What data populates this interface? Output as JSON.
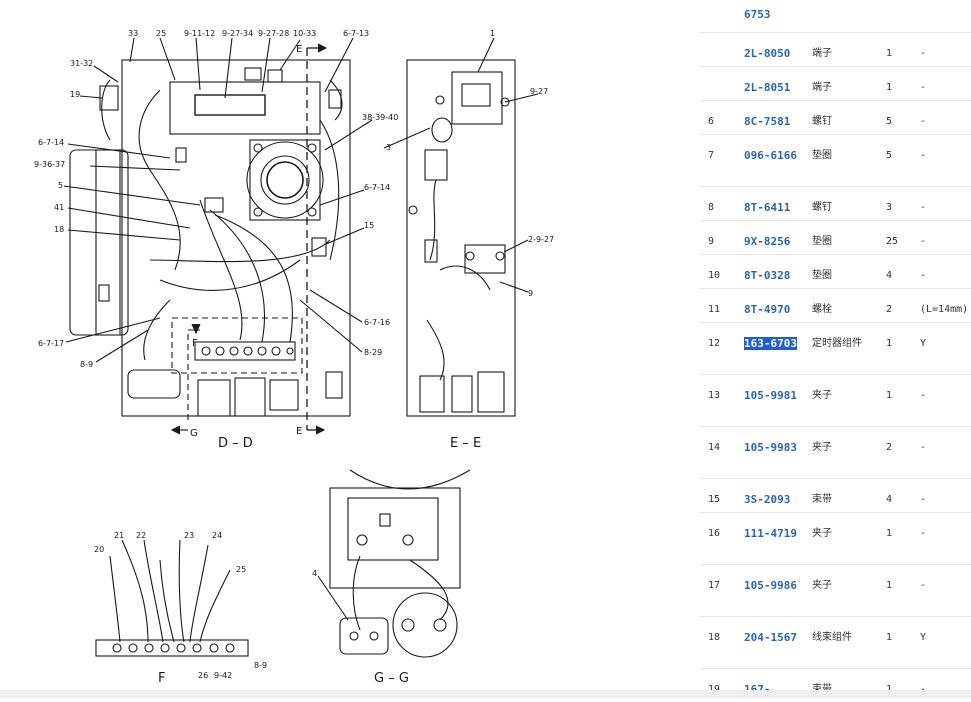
{
  "diagram": {
    "view_labels": {
      "dd": "D – D",
      "ee": "E – E",
      "f": "F",
      "gg": "G – G"
    },
    "section_arrow_letters": {
      "e_top": "E",
      "e_bottom": "E",
      "g": "G",
      "f": "F"
    },
    "callouts": [
      {
        "id": "33",
        "text": "33"
      },
      {
        "id": "25a",
        "text": "25"
      },
      {
        "id": "9-11-12",
        "text": "9-11-12"
      },
      {
        "id": "9-27-34",
        "text": "9-27-34"
      },
      {
        "id": "9-27-28",
        "text": "9-27-28"
      },
      {
        "id": "10-33",
        "text": "10-33"
      },
      {
        "id": "6-7-13",
        "text": "6-7-13"
      },
      {
        "id": "31-32",
        "text": "31-32"
      },
      {
        "id": "19",
        "text": "19"
      },
      {
        "id": "6-7-14a",
        "text": "6-7-14"
      },
      {
        "id": "9-36-37",
        "text": "9-36-37"
      },
      {
        "id": "5",
        "text": "5"
      },
      {
        "id": "41",
        "text": "41"
      },
      {
        "id": "18",
        "text": "18"
      },
      {
        "id": "38-39-40",
        "text": "38-39-40"
      },
      {
        "id": "6-7-14b",
        "text": "6-7-14"
      },
      {
        "id": "15",
        "text": "15"
      },
      {
        "id": "6-7-16",
        "text": "6-7-16"
      },
      {
        "id": "8-29",
        "text": "8-29"
      },
      {
        "id": "6-7-17",
        "text": "6-7-17"
      },
      {
        "id": "8-9",
        "text": "8-9"
      },
      {
        "id": "1",
        "text": "1"
      },
      {
        "id": "9-27a",
        "text": "9-27"
      },
      {
        "id": "3",
        "text": "3"
      },
      {
        "id": "2-9-27",
        "text": "2-9-27"
      },
      {
        "id": "9",
        "text": "9"
      },
      {
        "id": "20",
        "text": "20"
      },
      {
        "id": "21",
        "text": "21"
      },
      {
        "id": "22",
        "text": "22"
      },
      {
        "id": "23",
        "text": "23"
      },
      {
        "id": "24",
        "text": "24"
      },
      {
        "id": "25b",
        "text": "25"
      },
      {
        "id": "26",
        "text": "26"
      },
      {
        "id": "9-42",
        "text": "9-42"
      },
      {
        "id": "8-9b",
        "text": "8-9"
      },
      {
        "id": "4",
        "text": "4"
      }
    ]
  },
  "parts_table": {
    "rows": [
      {
        "no": "",
        "part": "6753",
        "name": "",
        "qty": "",
        "remark": ""
      },
      {
        "no": "",
        "part": "2L-8050",
        "name": "端子",
        "qty": "1",
        "remark": "-"
      },
      {
        "no": "",
        "part": "2L-8051",
        "name": "端子",
        "qty": "1",
        "remark": "-"
      },
      {
        "no": "6",
        "part": "8C-7581",
        "name": "螺钉",
        "qty": "5",
        "remark": "-"
      },
      {
        "no": "7",
        "part": "096-6166",
        "name": "垫圈",
        "qty": "5",
        "remark": "-"
      },
      {
        "no": "8",
        "part": "8T-6411",
        "name": "螺钉",
        "qty": "3",
        "remark": "-"
      },
      {
        "no": "9",
        "part": "9X-8256",
        "name": "垫圈",
        "qty": "25",
        "remark": "-"
      },
      {
        "no": "10",
        "part": "8T-0328",
        "name": "垫圈",
        "qty": "4",
        "remark": "-"
      },
      {
        "no": "11",
        "part": "8T-4970",
        "name": "螺栓",
        "qty": "2",
        "remark": "(L=14mm)"
      },
      {
        "no": "12",
        "part": "163-6703",
        "name": "定时器组件",
        "qty": "1",
        "remark": "Y",
        "selected": true
      },
      {
        "no": "13",
        "part": "105-9981",
        "name": "夹子",
        "qty": "1",
        "remark": "-"
      },
      {
        "no": "14",
        "part": "105-9983",
        "name": "夹子",
        "qty": "2",
        "remark": "-"
      },
      {
        "no": "15",
        "part": "3S-2093",
        "name": "束带",
        "qty": "4",
        "remark": "-"
      },
      {
        "no": "16",
        "part": "111-4719",
        "name": "夹子",
        "qty": "1",
        "remark": "-"
      },
      {
        "no": "17",
        "part": "105-9986",
        "name": "夹子",
        "qty": "1",
        "remark": "-"
      },
      {
        "no": "18",
        "part": "204-1567",
        "name": "线束组件",
        "qty": "1",
        "remark": "Y"
      },
      {
        "no": "19",
        "part": "167-",
        "name": "束带",
        "qty": "1",
        "remark": "-"
      }
    ]
  }
}
